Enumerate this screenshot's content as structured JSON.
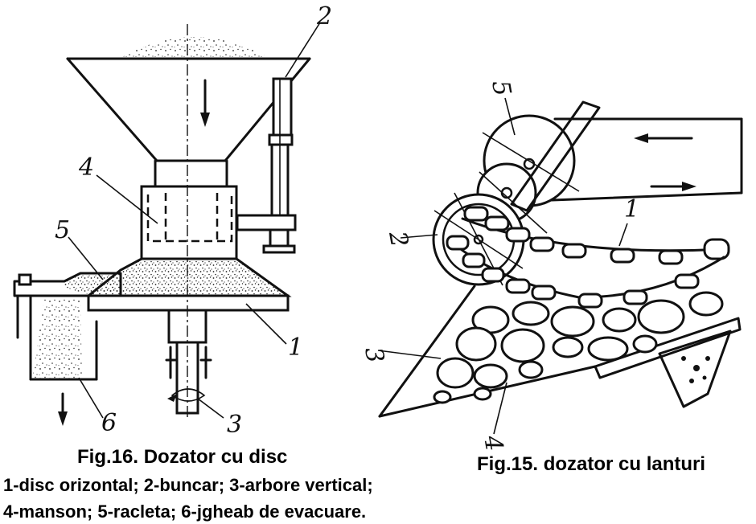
{
  "fig16": {
    "title": "Fig.16. Dozator cu disc",
    "legend_line1": "1-disc orizontal; 2-buncar; 3-arbore vertical;",
    "legend_line2": "4-manson; 5-racleta; 6-jgheab de evacuare.",
    "parts": {
      "p1": "1",
      "p2": "2",
      "p3": "3",
      "p4": "4",
      "p5": "5",
      "p6": "6"
    }
  },
  "fig15": {
    "title": "Fig.15. dozator cu lanturi",
    "parts": {
      "p1": "1",
      "p2": "2",
      "p3": "3",
      "p4": "4",
      "p5": "5"
    }
  }
}
